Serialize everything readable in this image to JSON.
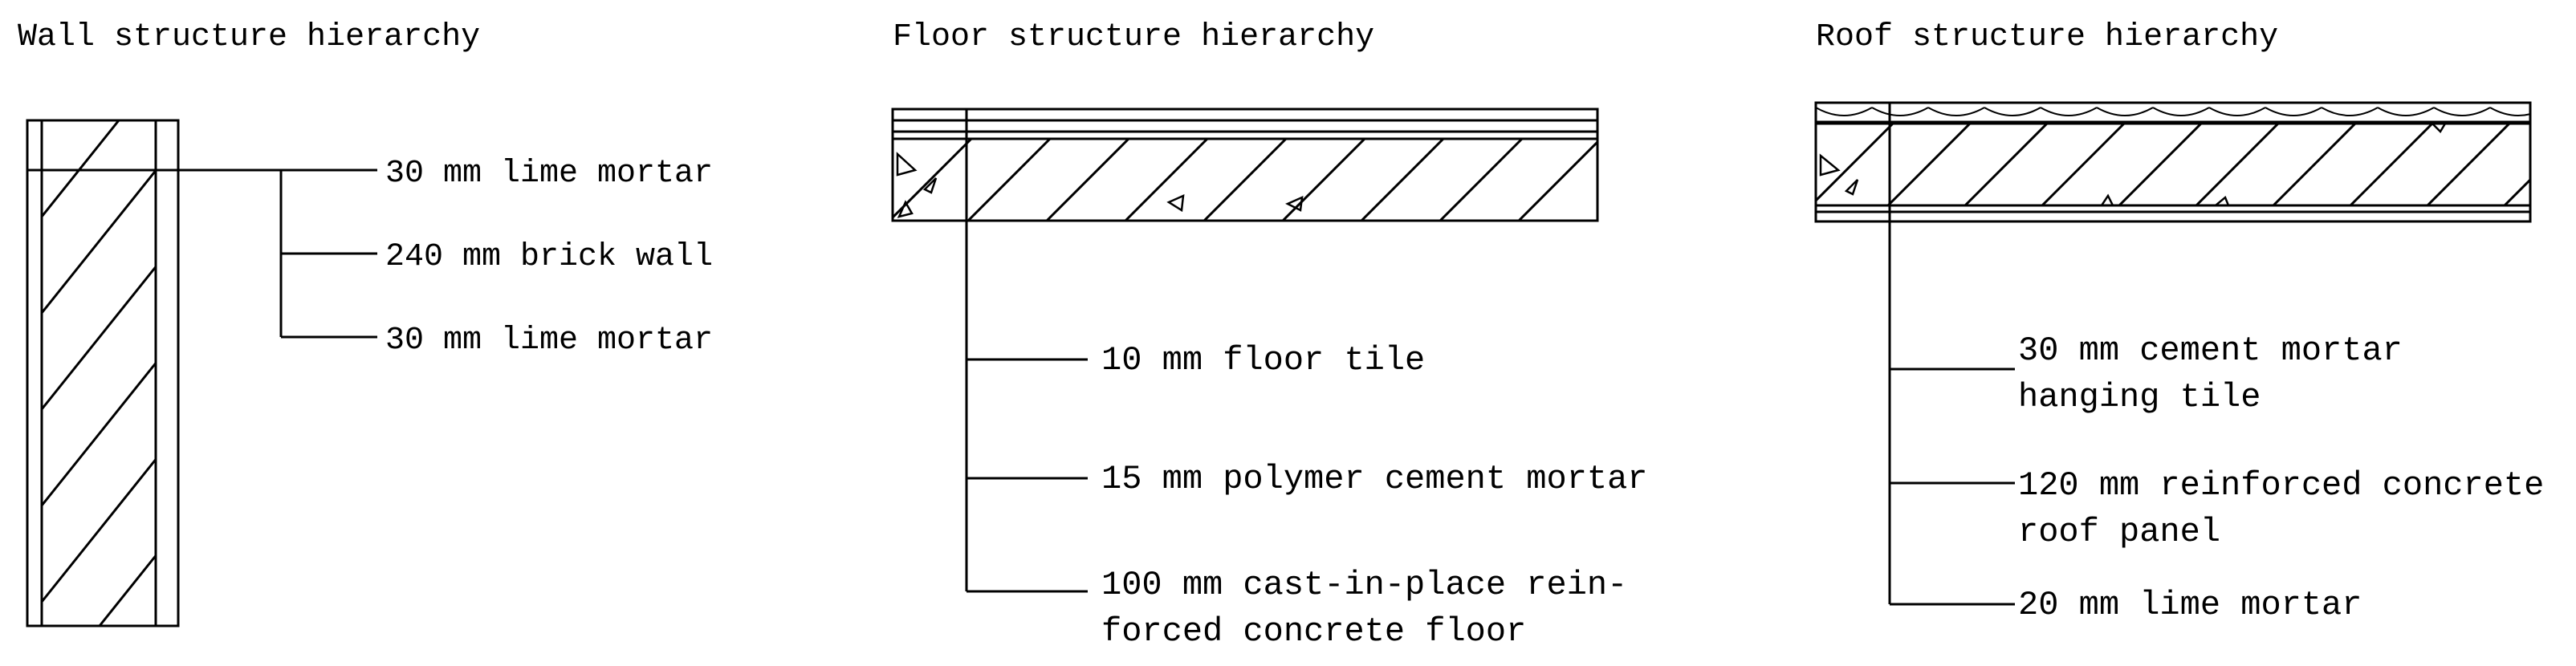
{
  "colors": {
    "line": "#000000",
    "background": "#ffffff"
  },
  "panels": {
    "wall": {
      "title": "Wall structure hierarchy",
      "labels": [
        "30 mm lime mortar",
        "240 mm brick wall",
        "30 mm lime mortar"
      ]
    },
    "floor": {
      "title": "Floor structure hierarchy",
      "labels": [
        [
          "10 mm floor tile"
        ],
        [
          "15 mm polymer cement mortar"
        ],
        [
          "100 mm cast-in-place rein-",
          "forced concrete floor"
        ]
      ]
    },
    "roof": {
      "title": "Roof  structure hierarchy",
      "labels": [
        [
          "30 mm cement mortar",
          "hanging tile"
        ],
        [
          "120 mm reinforced concrete",
          "roof panel"
        ],
        [
          "20 mm lime mortar"
        ]
      ]
    }
  }
}
